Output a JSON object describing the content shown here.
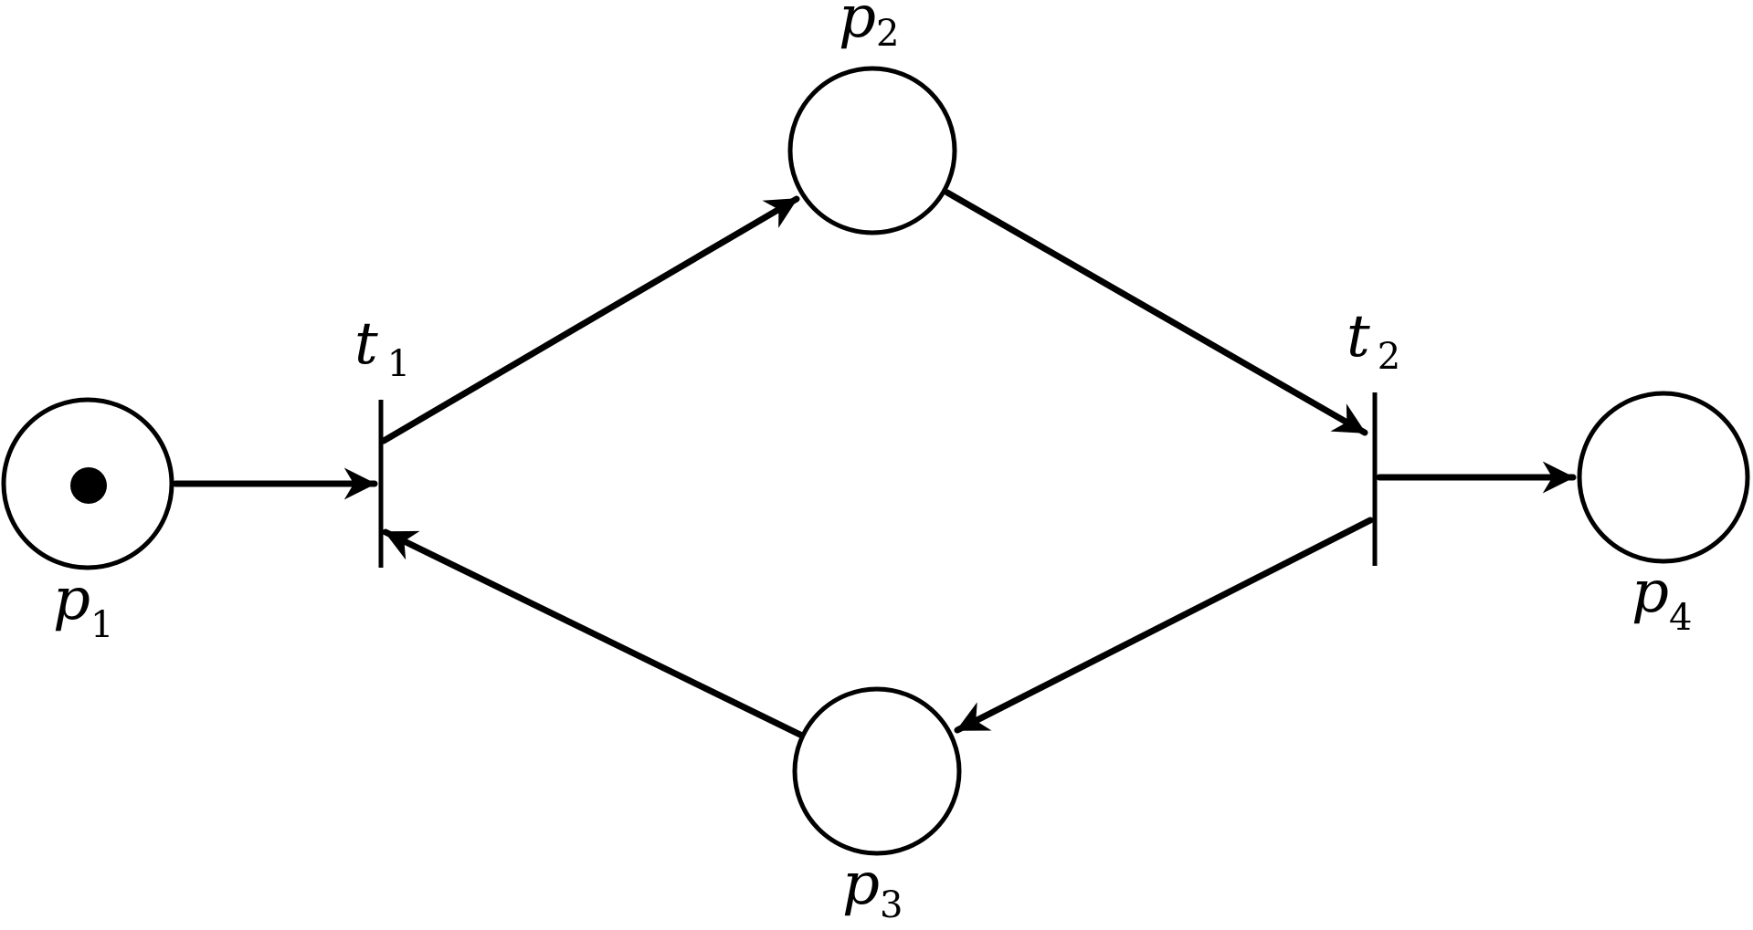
{
  "places": [
    {
      "id": "p1",
      "label": "p",
      "sub": "1",
      "tokens": 1
    },
    {
      "id": "p2",
      "label": "p",
      "sub": "2",
      "tokens": 0
    },
    {
      "id": "p3",
      "label": "p",
      "sub": "3",
      "tokens": 0
    },
    {
      "id": "p4",
      "label": "p",
      "sub": "4",
      "tokens": 0
    }
  ],
  "transitions": [
    {
      "id": "t1",
      "label": "t",
      "sub": "1"
    },
    {
      "id": "t2",
      "label": "t",
      "sub": "2"
    }
  ],
  "arcs": [
    {
      "from": "p1",
      "to": "t1"
    },
    {
      "from": "t1",
      "to": "p2"
    },
    {
      "from": "p2",
      "to": "t2"
    },
    {
      "from": "t2",
      "to": "p4"
    },
    {
      "from": "t2",
      "to": "p3"
    },
    {
      "from": "p3",
      "to": "t1"
    }
  ]
}
